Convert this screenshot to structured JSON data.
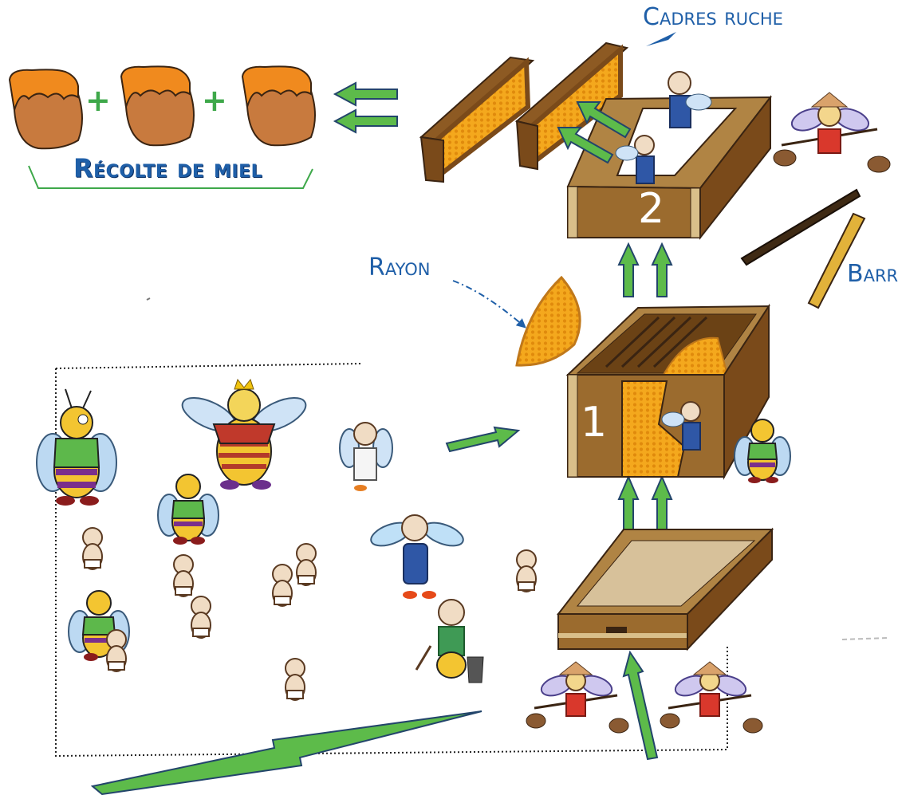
{
  "labels": {
    "cadres_ruche": "Cadres ruche",
    "rayon": "Rayon",
    "barre": "Barr",
    "recolte_de_miel": "Récolte de miel"
  },
  "hive_numbers": {
    "box1": "1",
    "box2": "2"
  },
  "honey_jars": {
    "count": 3,
    "plus_sign": "+"
  },
  "colors": {
    "arrow_green": "#5dbb4a",
    "arrow_outline": "#23456b",
    "wood": "#9b6b2e",
    "wood_light": "#d9bf8a",
    "honey": "#f4a81d",
    "jar": "#c87a3e",
    "jar_lid": "#f08a1e",
    "label_blue": "#1f5fa8"
  },
  "characters": [
    "queen-bee-icon",
    "drone-bee-icon",
    "worker-bee-icon",
    "larva-icon",
    "nurse-bee-icon",
    "forager-bee-icon",
    "beekeeper-bee-icon",
    "guard-bee-icon"
  ]
}
